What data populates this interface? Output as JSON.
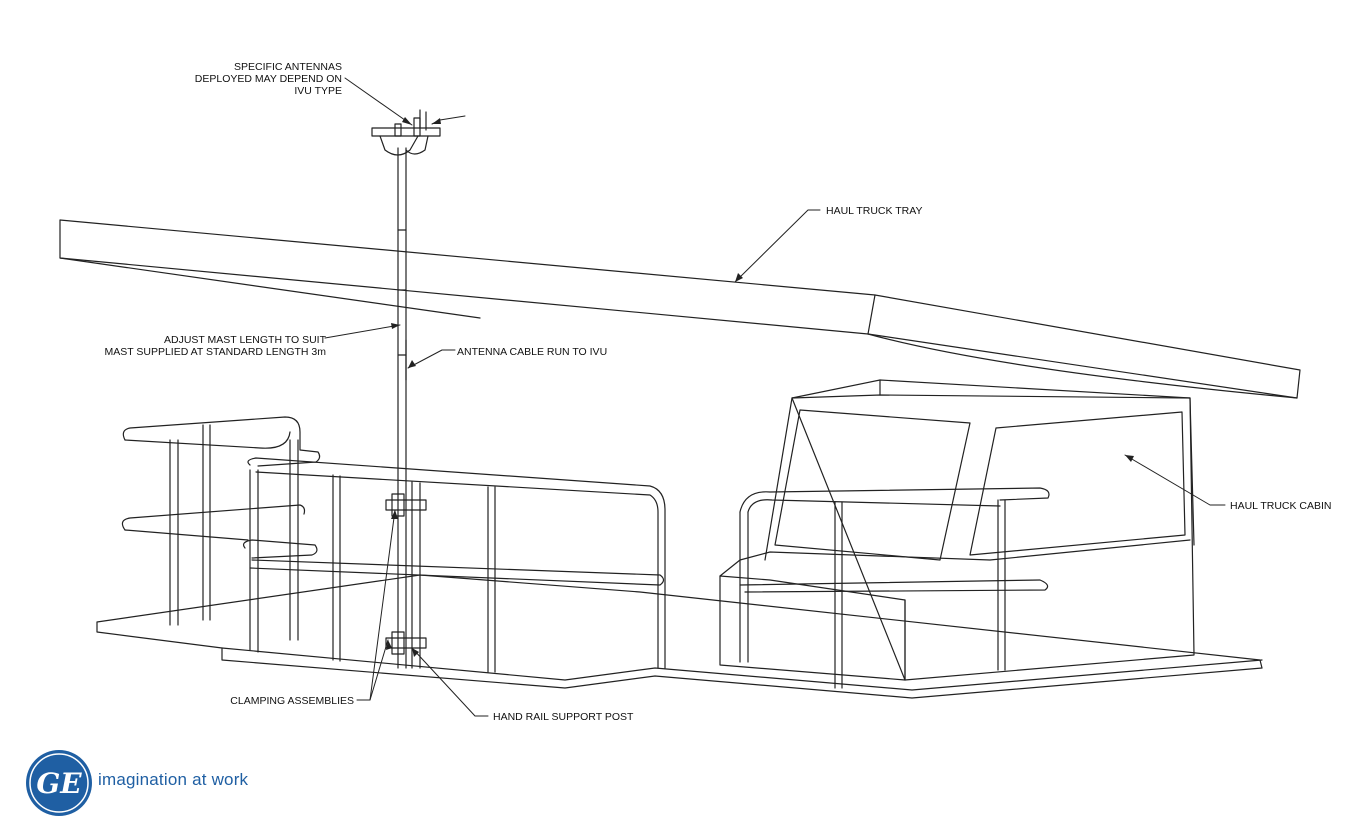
{
  "labels": {
    "antennas_line1": "SPECIFIC ANTENNAS",
    "antennas_line2": "DEPLOYED MAY DEPEND ON",
    "antennas_line3": "IVU TYPE",
    "tray": "HAUL TRUCK TRAY",
    "mast_line1": "ADJUST MAST LENGTH TO SUIT",
    "mast_line2": "MAST SUPPLIED AT STANDARD LENGTH 3m",
    "cable": "ANTENNA CABLE RUN TO IVU",
    "cabin": "HAUL TRUCK CABIN",
    "clamps": "CLAMPING ASSEMBLIES",
    "post": "HAND RAIL SUPPORT POST"
  },
  "brand": {
    "logo_text": "GE",
    "tagline": "imagination at work",
    "color": "#1f5fa3"
  }
}
